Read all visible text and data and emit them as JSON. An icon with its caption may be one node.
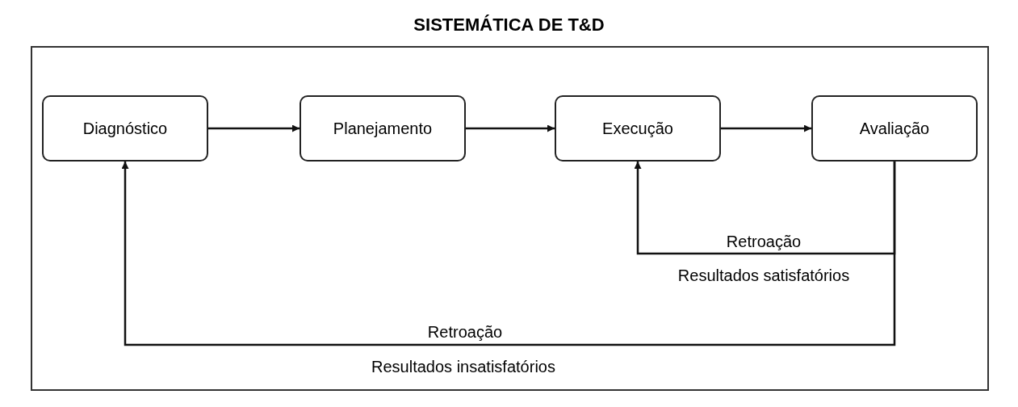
{
  "diagram": {
    "title": "SISTEMÁTICA DE T&D",
    "nodes": [
      {
        "text": [
          "Diagnóstico"
        ]
      },
      {
        "text": [
          "Planejamento"
        ]
      },
      {
        "text": [
          "Execução"
        ]
      },
      {
        "text": [
          "Avaliação"
        ]
      }
    ],
    "edges": [
      {
        "from": 0,
        "to": 1,
        "arrow": "to"
      },
      {
        "from": 1,
        "to": 2,
        "arrow": "to"
      },
      {
        "from": 2,
        "to": 3,
        "arrow": "to"
      },
      {
        "from": 3,
        "to": 2,
        "arrow": "to",
        "label": "Retroação"
      },
      {
        "from": 3,
        "to": 0,
        "arrow": "to",
        "label": "Retroação"
      }
    ],
    "labels": [
      "Resultados satisfatórios",
      "Resultados insatisfatórios"
    ]
  }
}
